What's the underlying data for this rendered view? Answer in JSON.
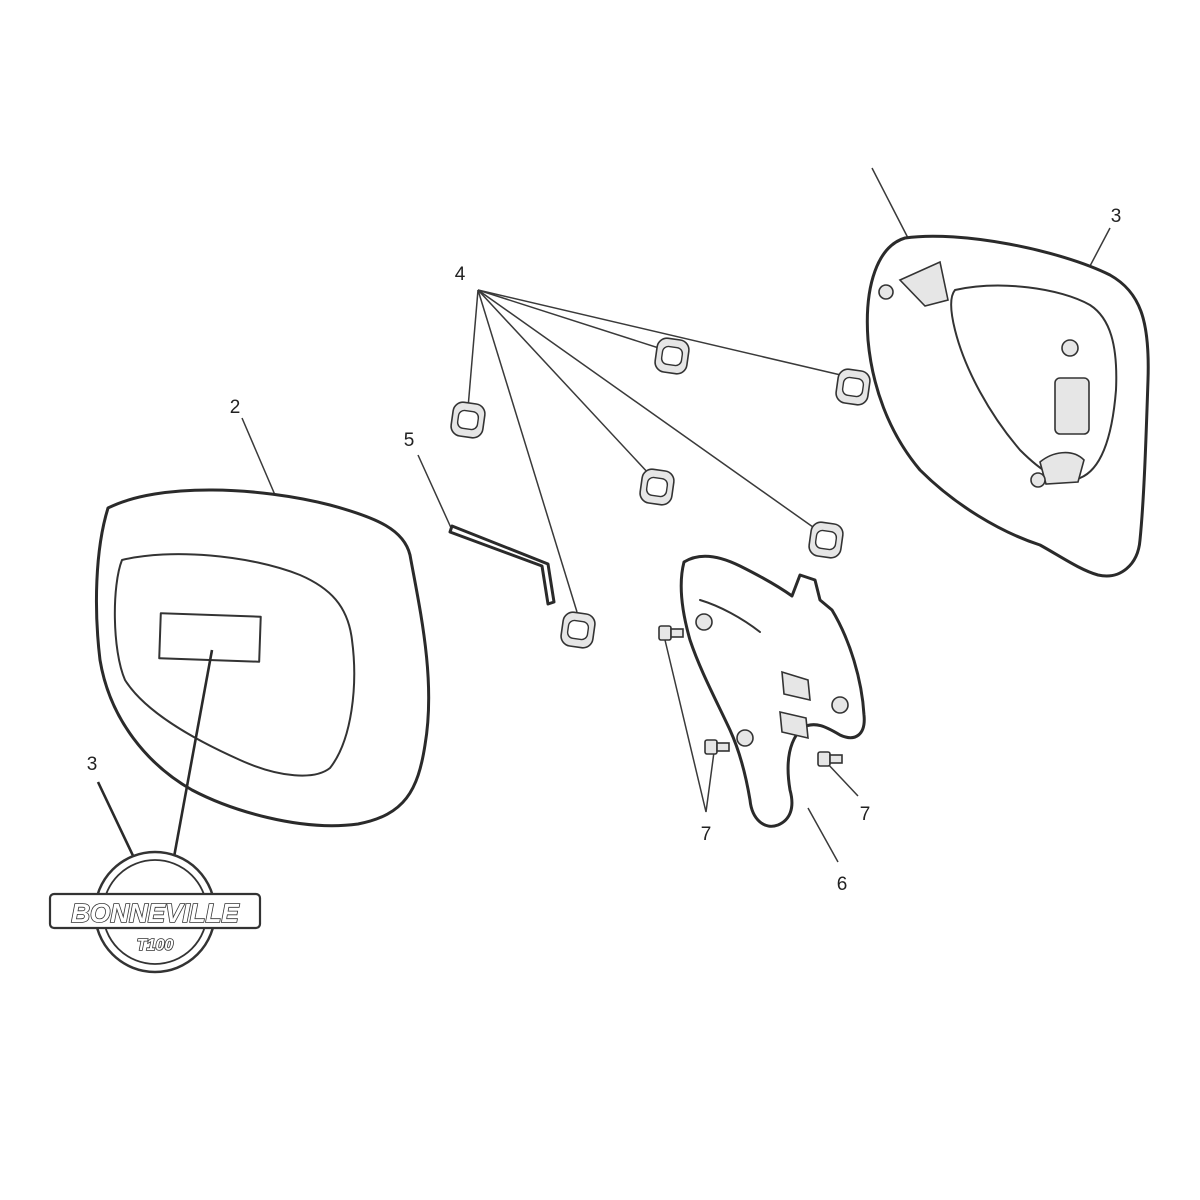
{
  "callouts": {
    "c2": "2",
    "c3_left": "3",
    "c3_right": "3",
    "c4": "4",
    "c5": "5",
    "c6": "6",
    "c7_left": "7",
    "c7_right": "7"
  },
  "badge": {
    "name": "BONNEVILLE",
    "model": "T100"
  }
}
